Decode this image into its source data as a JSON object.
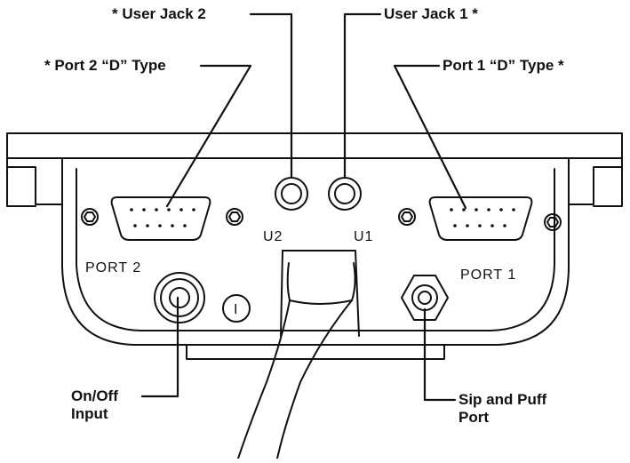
{
  "callouts": {
    "user_jack_2": "* User Jack 2",
    "user_jack_1": "User Jack 1 *",
    "port_2_d_type": "* Port 2 “D” Type",
    "port_1_d_type": "Port 1 “D” Type *",
    "on_off_input_line1": "On/Off",
    "on_off_input_line2": "Input",
    "sip_puff_line1": "Sip and Puff",
    "sip_puff_line2": "Port"
  },
  "panel_labels": {
    "u2": "U2",
    "u1": "U1",
    "port2": "PORT 2",
    "port1": "PORT 1"
  },
  "power_symbol": "I",
  "colors": {
    "line": "#111111",
    "background": "#ffffff"
  }
}
